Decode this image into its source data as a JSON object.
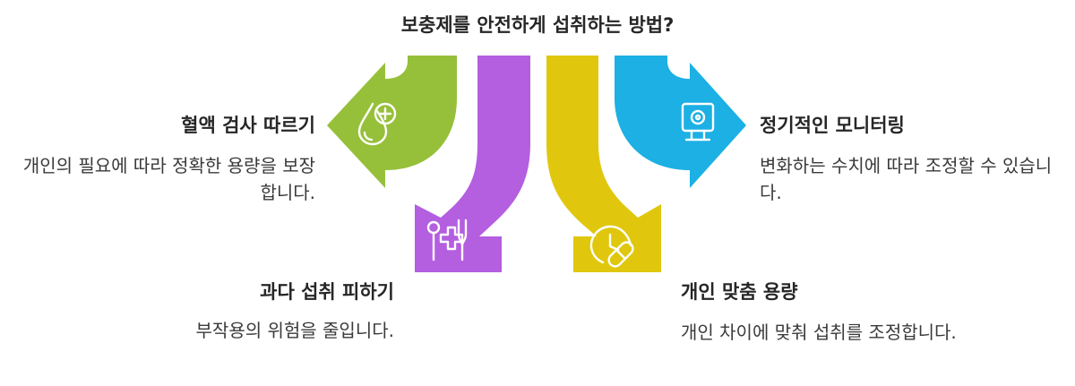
{
  "title": "보충제를 안전하게 섭취하는 방법?",
  "items": [
    {
      "heading": "혈액 검사 따르기",
      "description": "개인의 필요에 따라 정확한 용량을 보장합니다.",
      "color": "#96c03a",
      "icon": "blood-drop-plus-icon"
    },
    {
      "heading": "과다 섭취 피하기",
      "description": "부작용의 위험을 줄입니다.",
      "color": "#b45ee0",
      "icon": "fork-medical-cross-icon"
    },
    {
      "heading": "개인 맞춤 용량",
      "description": "개인 차이에 맞춰 섭취를 조정합니다.",
      "color": "#e0c70e",
      "icon": "clock-pill-icon"
    },
    {
      "heading": "정기적인 모니터링",
      "description": "변화하는 수치에 따라 조정할 수 있습니다.",
      "color": "#1cb0e4",
      "icon": "monitor-icon"
    }
  ]
}
